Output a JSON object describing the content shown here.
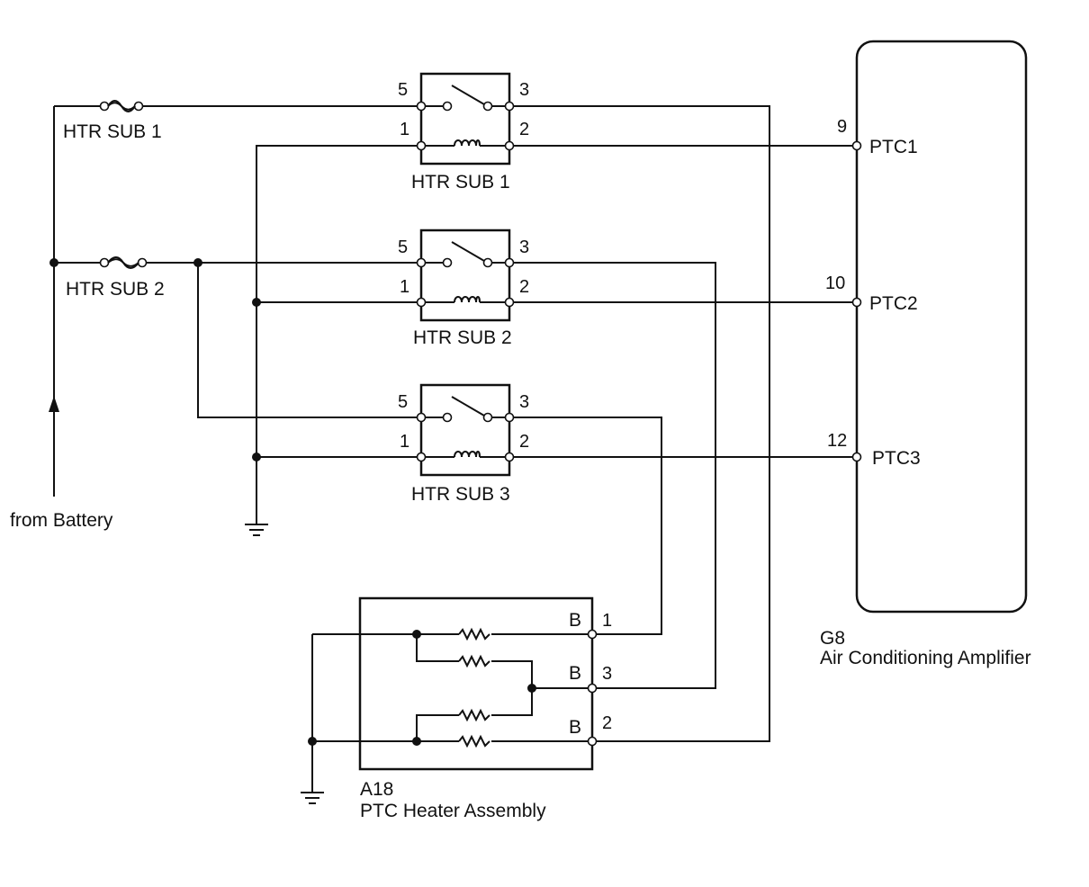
{
  "source": {
    "label": "from Battery"
  },
  "fuses": [
    {
      "label": "HTR SUB 1"
    },
    {
      "label": "HTR SUB 2"
    }
  ],
  "relays": [
    {
      "label": "HTR SUB 1",
      "pin_5": "5",
      "pin_3": "3",
      "pin_1": "1",
      "pin_2": "2"
    },
    {
      "label": "HTR SUB 2",
      "pin_5": "5",
      "pin_3": "3",
      "pin_1": "1",
      "pin_2": "2"
    },
    {
      "label": "HTR SUB 3",
      "pin_5": "5",
      "pin_3": "3",
      "pin_1": "1",
      "pin_2": "2"
    }
  ],
  "amplifier": {
    "code": "G8",
    "name": "Air Conditioning Amplifier",
    "pins": [
      {
        "number": "9",
        "name": "PTC1"
      },
      {
        "number": "10",
        "name": "PTC2"
      },
      {
        "number": "12",
        "name": "PTC3"
      }
    ]
  },
  "heater": {
    "code": "A18",
    "name": "PTC Heater Assembly",
    "terminals": [
      {
        "letter": "B",
        "number": "1"
      },
      {
        "letter": "B",
        "number": "3"
      },
      {
        "letter": "B",
        "number": "2"
      }
    ]
  }
}
